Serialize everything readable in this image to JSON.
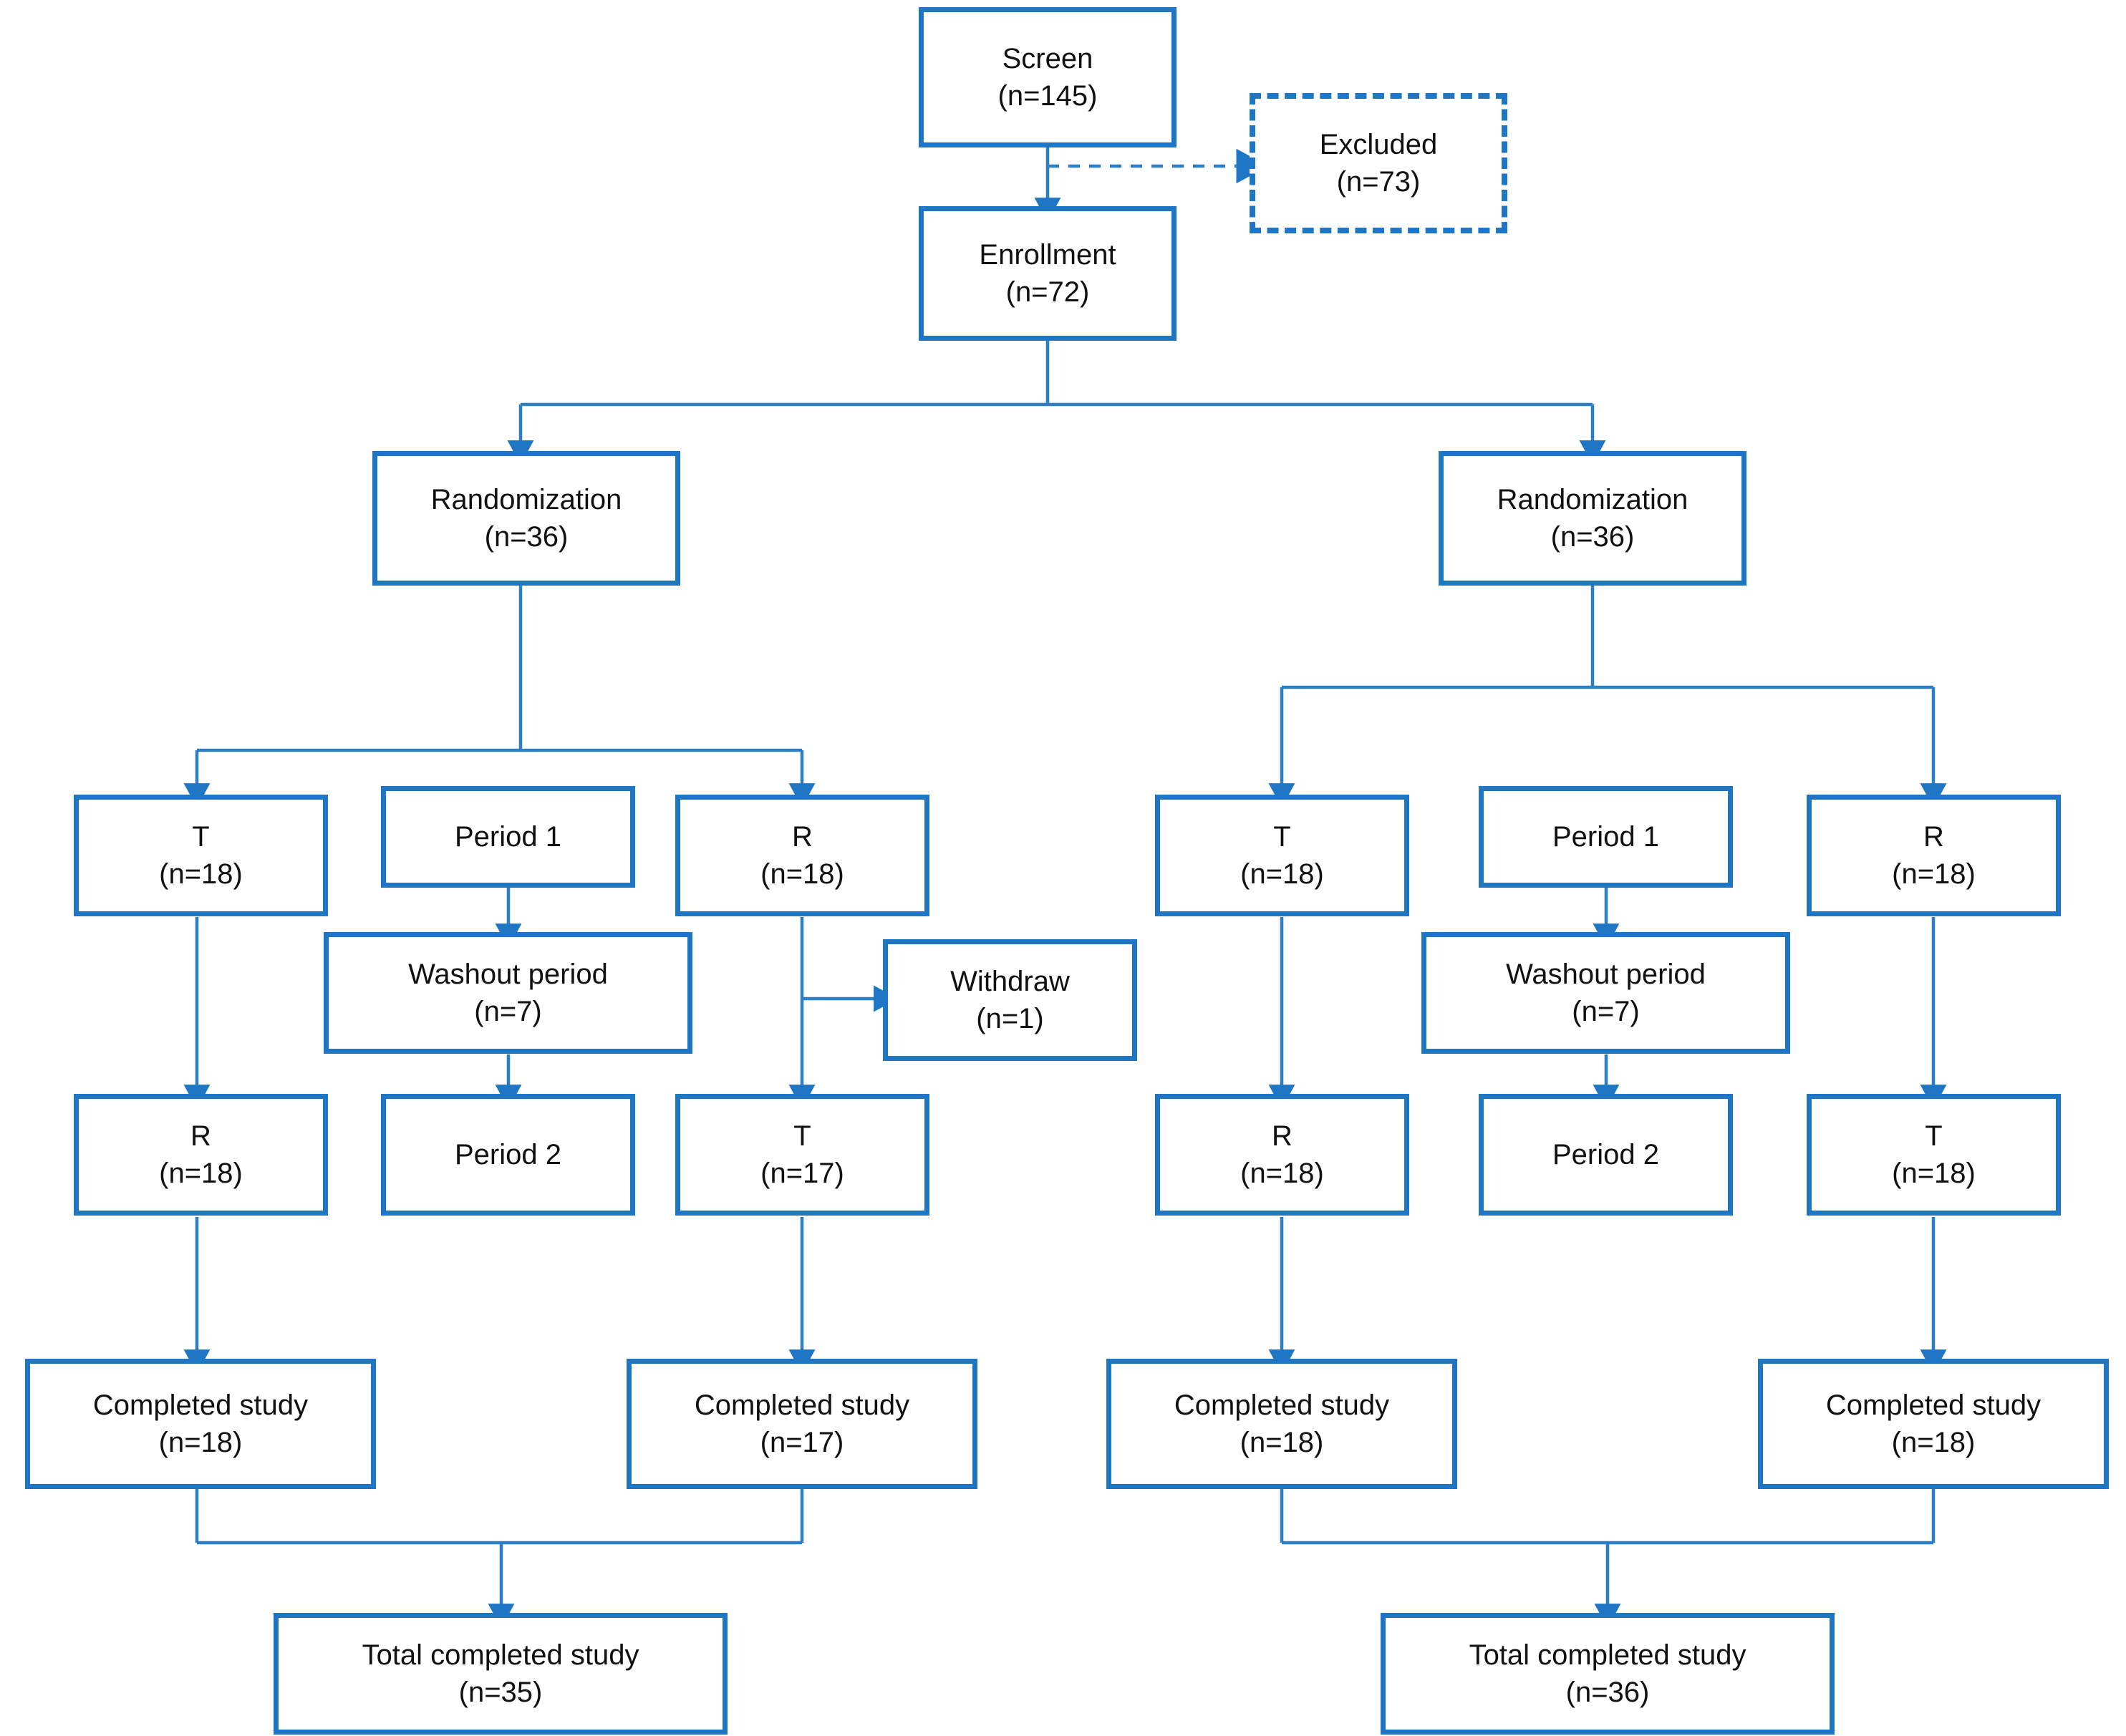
{
  "diagram": {
    "type": "consort-flow-diagram",
    "accent_color": "#1f76c4",
    "text_color": "#111111",
    "background": "#ffffff"
  },
  "nodes": {
    "screen": {
      "line1": "Screen",
      "line2": "(n=145)"
    },
    "excluded": {
      "line1": "Excluded",
      "line2": "(n=73)"
    },
    "enrollment": {
      "line1": "Enrollment",
      "line2": "(n=72)"
    },
    "rand_left": {
      "line1": "Randomization",
      "line2": "(n=36)"
    },
    "rand_right": {
      "line1": "Randomization",
      "line2": "(n=36)"
    },
    "l_p1_t": {
      "line1": "T",
      "line2": "(n=18)"
    },
    "l_period1": {
      "line1": "Period 1",
      "line2": ""
    },
    "l_p1_r": {
      "line1": "R",
      "line2": "(n=18)"
    },
    "l_washout": {
      "line1": "Washout period",
      "line2": "(n=7)"
    },
    "l_withdraw": {
      "line1": "Withdraw",
      "line2": "(n=1)"
    },
    "l_p2_r": {
      "line1": "R",
      "line2": "(n=18)"
    },
    "l_period2": {
      "line1": "Period 2",
      "line2": ""
    },
    "l_p2_t": {
      "line1": "T",
      "line2": "(n=17)"
    },
    "l_completed_a": {
      "line1": "Completed study",
      "line2": "(n=18)"
    },
    "l_completed_b": {
      "line1": "Completed study",
      "line2": "(n=17)"
    },
    "l_total": {
      "line1": "Total completed study",
      "line2": "(n=35)"
    },
    "r_p1_t": {
      "line1": "T",
      "line2": "(n=18)"
    },
    "r_period1": {
      "line1": "Period 1",
      "line2": ""
    },
    "r_p1_r": {
      "line1": "R",
      "line2": "(n=18)"
    },
    "r_washout": {
      "line1": "Washout period",
      "line2": "(n=7)"
    },
    "r_p2_r": {
      "line1": "R",
      "line2": "(n=18)"
    },
    "r_period2": {
      "line1": "Period 2",
      "line2": ""
    },
    "r_p2_t": {
      "line1": "T",
      "line2": "(n=18)"
    },
    "r_completed_a": {
      "line1": "Completed study",
      "line2": "(n=18)"
    },
    "r_completed_b": {
      "line1": "Completed study",
      "line2": "(n=18)"
    },
    "r_total": {
      "line1": "Total completed study",
      "line2": "(n=36)"
    }
  }
}
